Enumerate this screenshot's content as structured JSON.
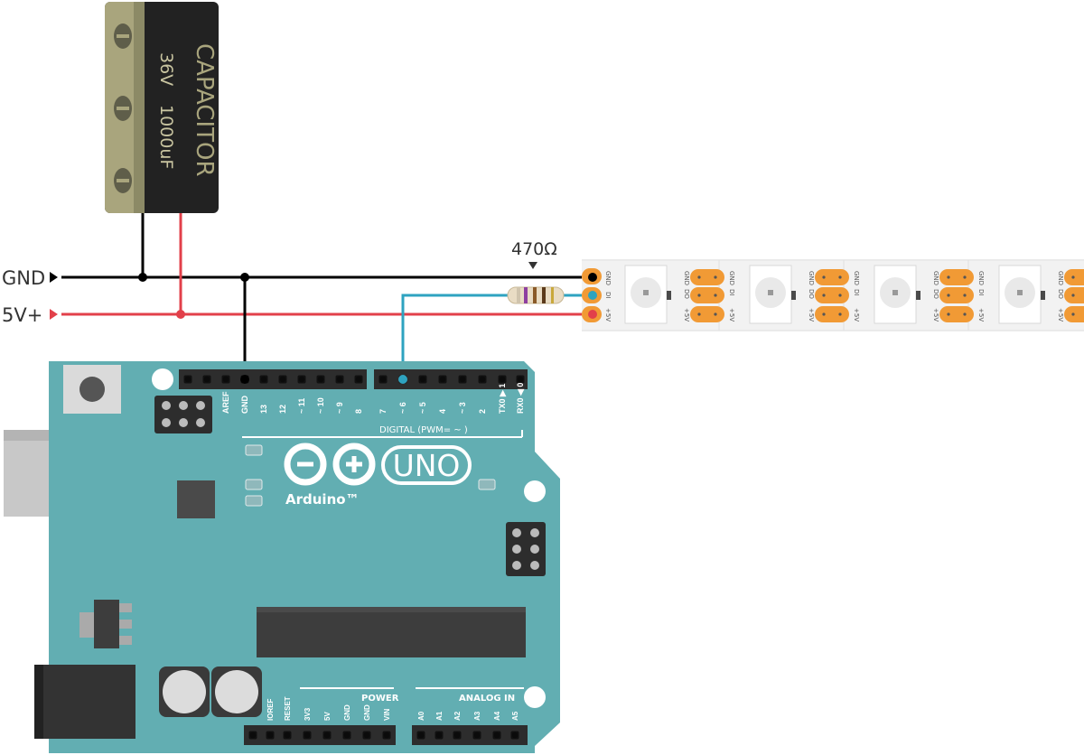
{
  "capacitor": {
    "name": "CAPACITOR",
    "voltage": "36V",
    "capacitance": "1000uF"
  },
  "rails": {
    "gnd_label": "GND",
    "v5_label": "5V+",
    "gnd_color": "#000000",
    "v5_color": "#e2404a",
    "data_color": "#2ea3c0"
  },
  "resistor": {
    "value": "470Ω"
  },
  "led_strip": {
    "pad_labels": [
      "GND",
      "DI",
      "+5V"
    ],
    "out_labels": [
      "GND",
      "DO",
      "+5V"
    ],
    "in_labels": [
      "GND",
      "DI",
      "+5V"
    ],
    "pad_color": "#f19a35"
  },
  "arduino": {
    "logo_text": "Arduino™",
    "model": "UNO",
    "board_color": "#62aeb2",
    "top_header_pins": [
      "AREF",
      "GND",
      "13",
      "12",
      "~ 11",
      "~ 10",
      "~ 9",
      "8"
    ],
    "digital_pins": [
      "7",
      "~ 6",
      "~ 5",
      "4",
      "~ 3",
      "2",
      "TX0 ▶ 1",
      "RX0 ◀ 0"
    ],
    "digital_label": "DIGITAL (PWM= ~ )",
    "power_label": "POWER",
    "power_pins": [
      "IOREF",
      "RESET",
      "3V3",
      "5V",
      "GND",
      "GND",
      "VIN"
    ],
    "analog_label": "ANALOG IN",
    "analog_pins": [
      "A0",
      "A1",
      "A2",
      "A3",
      "A4",
      "A5"
    ]
  }
}
